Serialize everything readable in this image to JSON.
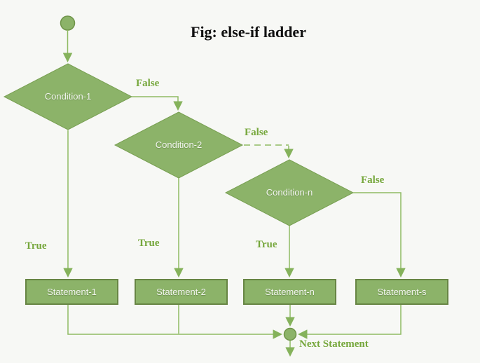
{
  "title": "Fig: else-if ladder",
  "nodes": {
    "start": {
      "name": "start-connector"
    },
    "conditions": [
      {
        "label": "Condition-1"
      },
      {
        "label": "Condition-2"
      },
      {
        "label": "Condition-n"
      }
    ],
    "statements": [
      {
        "label": "Statement-1"
      },
      {
        "label": "Statement-2"
      },
      {
        "label": "Statement-n"
      },
      {
        "label": "Statement-s"
      }
    ],
    "merge": {
      "name": "merge-connector"
    }
  },
  "edge_labels": {
    "false": [
      "False",
      "False",
      "False"
    ],
    "true": [
      "True",
      "True",
      "True"
    ],
    "next": "Next Statement"
  },
  "colors": {
    "shape_fill": "#8cb369",
    "shape_border": "#79a053",
    "box_border": "#678544",
    "connector_line": "#8fbb63",
    "arrowhead": "#85b25b",
    "edge_label_text": "#76a73c",
    "node_text": "#f2f5ee",
    "title_text": "#111111",
    "background": "#f7f8f5"
  }
}
